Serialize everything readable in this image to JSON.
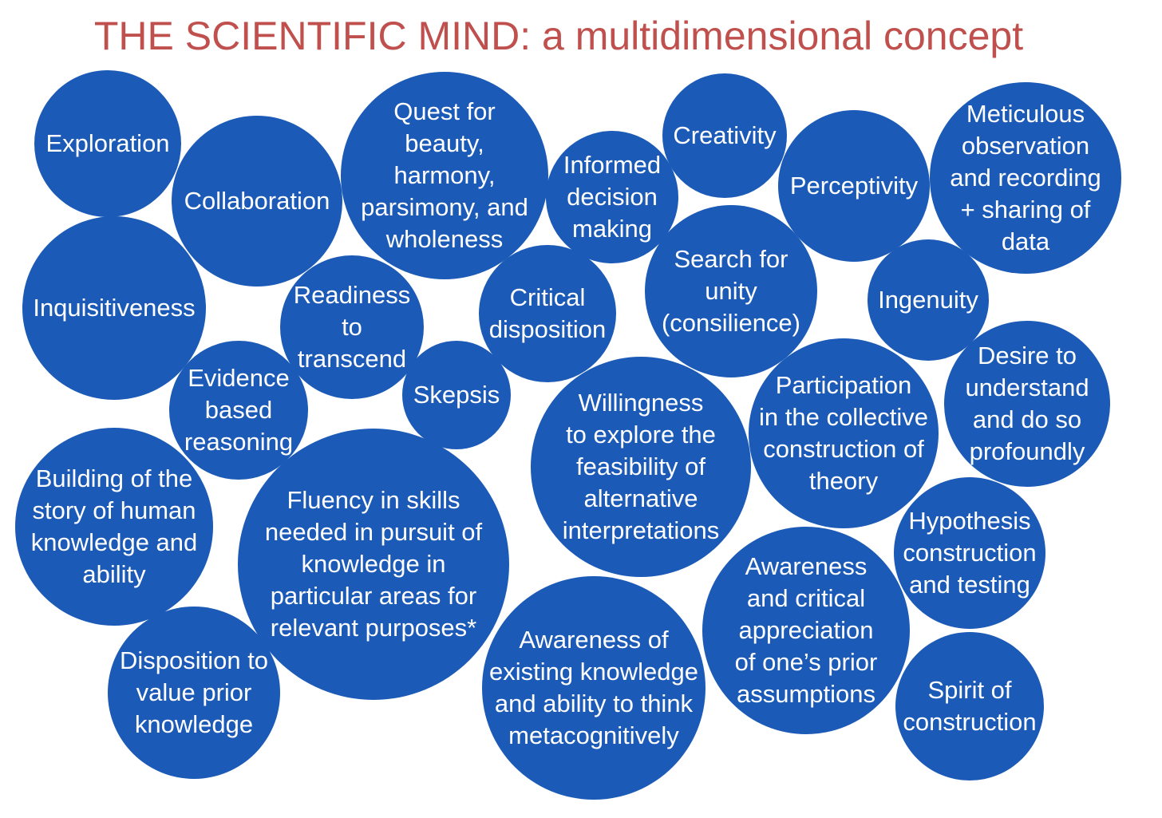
{
  "title": "THE SCIENTIFIC MIND: a multidimensional concept",
  "colors": {
    "title": "#c0504d",
    "bubble": "#1b5ab7",
    "text": "#ffffff"
  },
  "bubbles": [
    {
      "id": "exploration",
      "label": "Exploration"
    },
    {
      "id": "collaboration",
      "label": "Collaboration"
    },
    {
      "id": "quest-for-beauty",
      "label": "Quest for\nbeauty,\nharmony,\nparsimony,  and\nwholeness"
    },
    {
      "id": "informed-decision-making",
      "label": "Informed\ndecision\nmaking"
    },
    {
      "id": "creativity",
      "label": "Creativity"
    },
    {
      "id": "perceptivity",
      "label": "Perceptivity"
    },
    {
      "id": "meticulous-observation",
      "label": "Meticulous\nobservation\nand recording\n+ sharing of\ndata"
    },
    {
      "id": "inquisitiveness",
      "label": "Inquisitiveness"
    },
    {
      "id": "readiness-to-transcend",
      "label": "Readiness\nto\ntranscend"
    },
    {
      "id": "critical-disposition",
      "label": "Critical\ndisposition"
    },
    {
      "id": "search-for-unity",
      "label": "Search for\nunity\n(consilience)"
    },
    {
      "id": "ingenuity",
      "label": "Ingenuity"
    },
    {
      "id": "evidence-based-reasoning",
      "label": "Evidence\nbased\nreasoning"
    },
    {
      "id": "skepsis",
      "label": "Skepsis"
    },
    {
      "id": "willingness-to-explore",
      "label": "Willingness\nto explore the\nfeasibility of\nalternative\ninterpretations"
    },
    {
      "id": "participation-collective",
      "label": "Participation\nin the collective\nconstruction of\ntheory"
    },
    {
      "id": "desire-to-understand",
      "label": "Desire to\nunderstand\nand do so\nprofoundly"
    },
    {
      "id": "building-of-story",
      "label": "Building of the\nstory of human\nknowledge and\nability"
    },
    {
      "id": "fluency-in-skills",
      "label": "Fluency in skills\nneeded in pursuit of\nknowledge in\nparticular areas for\nrelevant purposes*"
    },
    {
      "id": "hypothesis-construction",
      "label": "Hypothesis\nconstruction\nand testing"
    },
    {
      "id": "awareness-prior-assumptions",
      "label": "Awareness\nand critical\nappreciation\nof one’s prior\nassumptions"
    },
    {
      "id": "awareness-existing-knowledge",
      "label": "Awareness of\nexisting knowledge\nand ability to think\nmetacognitively"
    },
    {
      "id": "disposition-prior-knowledge",
      "label": "Disposition to\nvalue prior\nknowledge"
    },
    {
      "id": "spirit-of-construction",
      "label": "Spirit of\nconstruction"
    }
  ]
}
